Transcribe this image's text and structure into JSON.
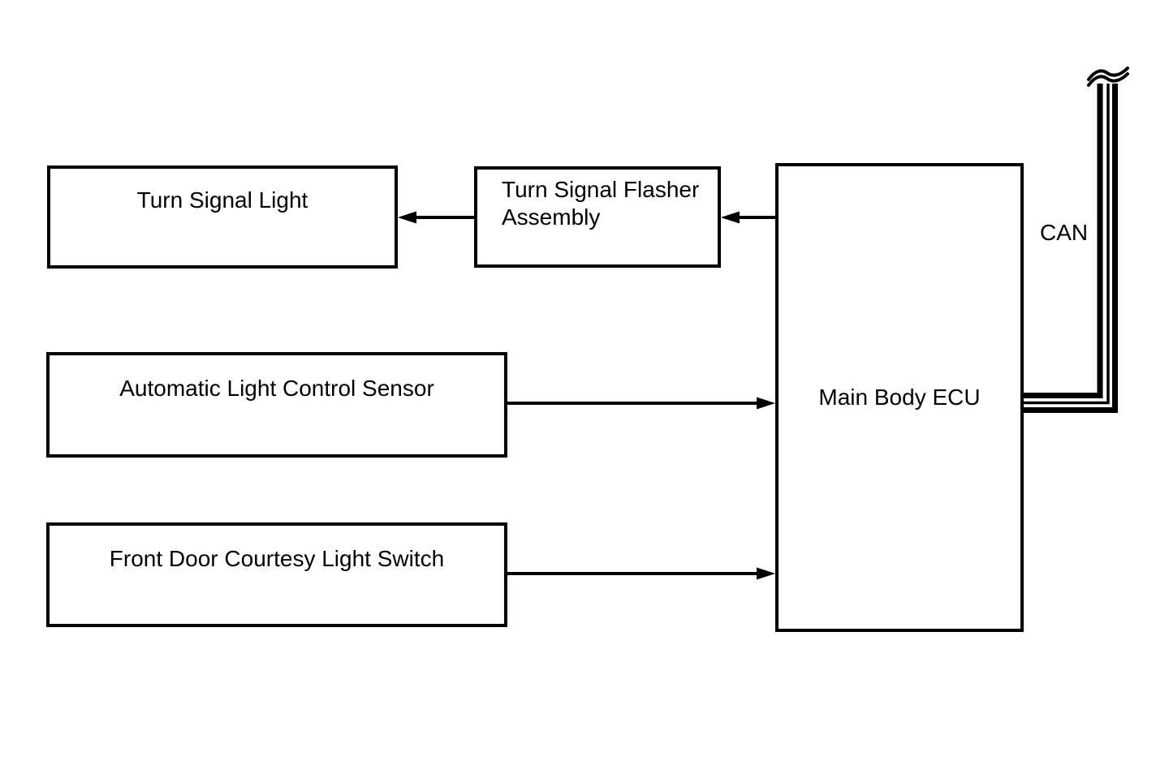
{
  "diagram": {
    "boxes": {
      "turn_signal_light": {
        "label": "Turn Signal Light"
      },
      "turn_signal_flasher_assembly": {
        "label": "Turn Signal Flasher Assembly"
      },
      "automatic_light_control_sensor": {
        "label": "Automatic Light Control Sensor"
      },
      "front_door_courtesy_light_switch": {
        "label": "Front Door Courtesy Light Switch"
      },
      "main_body_ecu": {
        "label": "Main Body ECU"
      }
    },
    "labels": {
      "can_bus": "CAN"
    },
    "connections": [
      {
        "from": "Main Body ECU",
        "to": "Turn Signal Flasher Assembly",
        "style": "arrow-left"
      },
      {
        "from": "Turn Signal Flasher Assembly",
        "to": "Turn Signal Light",
        "style": "arrow-left"
      },
      {
        "from": "Automatic Light Control Sensor",
        "to": "Main Body ECU",
        "style": "arrow-right"
      },
      {
        "from": "Front Door Courtesy Light Switch",
        "to": "Main Body ECU",
        "style": "arrow-right"
      },
      {
        "from": "Main Body ECU",
        "to": "CAN",
        "style": "triple-line-bus-continues-upward"
      }
    ],
    "colors": {
      "line": "#000000",
      "box_border": "#000000",
      "text": "#000000",
      "background": "#ffffff"
    }
  }
}
